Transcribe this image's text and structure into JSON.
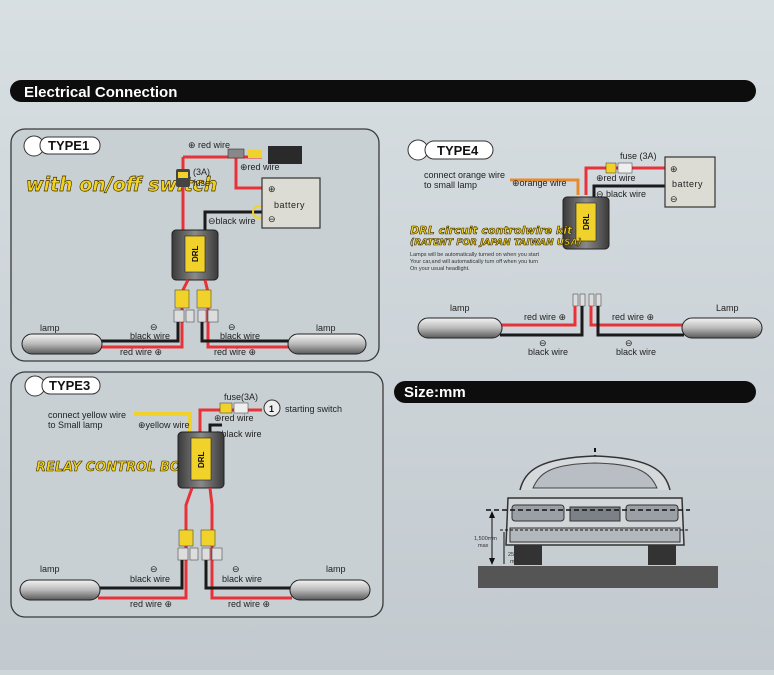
{
  "header": {
    "title": "Electrical Connection"
  },
  "type1": {
    "tag": "TYPE1",
    "slogan": "with on/off switch",
    "red_wire_top": "⊕ red wire",
    "fuse": "(3A)",
    "fuse2": "fuse",
    "red_wire_side": "⊕red wire",
    "battery": "battery",
    "black_wire": "⊖black wire",
    "module": "DRL",
    "lamp_left": "lamp",
    "lamp_right": "lamp",
    "black_wire_left": "black wire",
    "black_wire_right": "black wire",
    "red_wire_left": "red wire ⊕",
    "red_wire_right": "red wire ⊕",
    "minus": "⊖"
  },
  "type4": {
    "tag": "TYPE4",
    "fuse": "fuse (3A)",
    "connect1": "connect orange wire",
    "connect2": "to small lamp",
    "orange_wire": "⊕orange wire",
    "red_wire": "⊕red wire",
    "black_wire": "⊖ black wire",
    "battery": "battery",
    "module": "DRL",
    "kit1": "DRL circuit controlwire kit",
    "kit2": "(RATENT FOR JAPAN TAIWAN USA)",
    "note1": "Lamps will be automatically turned on when you start",
    "note2": "Your car,and will automatically turn off when you turn",
    "note3": "On your usual headlight.",
    "lamp_left": "lamp",
    "lamp_right": "Lamp",
    "red_wire_left": "red wire ⊕",
    "red_wire_right": "red wire ⊕",
    "black_wire_left": "black wire",
    "black_wire_right": "black wire",
    "minus": "⊖"
  },
  "type3": {
    "tag": "TYPE3",
    "connect1": "connect yellow wire",
    "connect2": "to Small lamp",
    "yellow_wire": "⊕yellow wire",
    "fuse": "fuse(3A)",
    "red_wire": "⊕red wire",
    "black_wire": "⊖black wire",
    "switch": "starting switch",
    "switch_symbol": "1",
    "relay": "RELAY CONTROL BOX",
    "module": "DRL",
    "lamp_left": "lamp",
    "lamp_right": "lamp",
    "black_wire_left": "black wire",
    "black_wire_right": "black wire",
    "red_wire_left": "red wire ⊕",
    "red_wire_right": "red wire ⊕",
    "minus": "⊖"
  },
  "size": {
    "title": "Size:mm",
    "height1": "1,500mm",
    "height2": "max",
    "low1": "250mm",
    "low2": "max"
  },
  "colors": {
    "red_wire": "#e8323a",
    "black_wire": "#1a1a1a",
    "yellow_wire": "#f0d22a",
    "panel_border": "#3a3a3a",
    "header_bg": "#0d0d0d"
  }
}
